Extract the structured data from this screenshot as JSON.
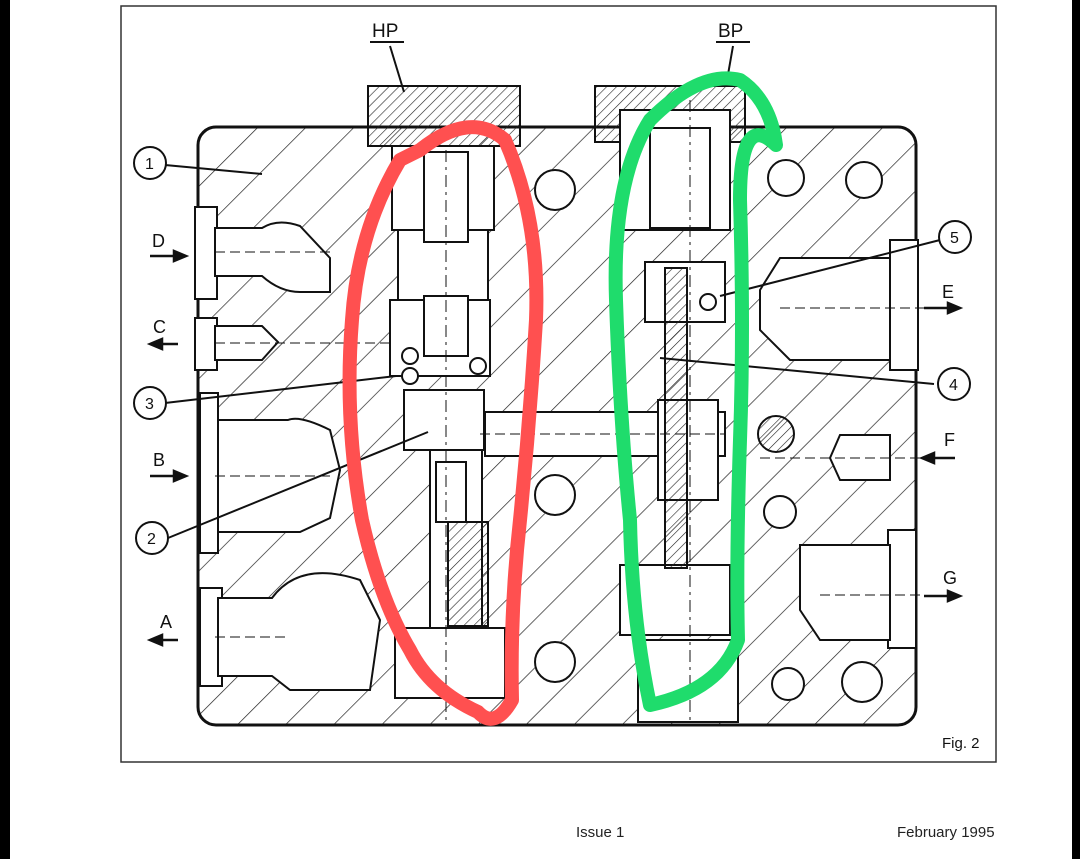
{
  "labels": {
    "hp": "HP",
    "bp": "BP",
    "ports": {
      "a": "A",
      "b": "B",
      "c": "C",
      "d": "D",
      "e": "E",
      "f": "F",
      "g": "G"
    },
    "callouts": {
      "n1": "1",
      "n2": "2",
      "n3": "3",
      "n4": "4",
      "n5": "5"
    },
    "figure": "Fig. 2"
  },
  "footer": {
    "issue": "Issue 1",
    "date": "February 1995"
  },
  "annotations": {
    "hp_loop_color": "#ff5050",
    "bp_loop_color": "#1fdc6c"
  }
}
